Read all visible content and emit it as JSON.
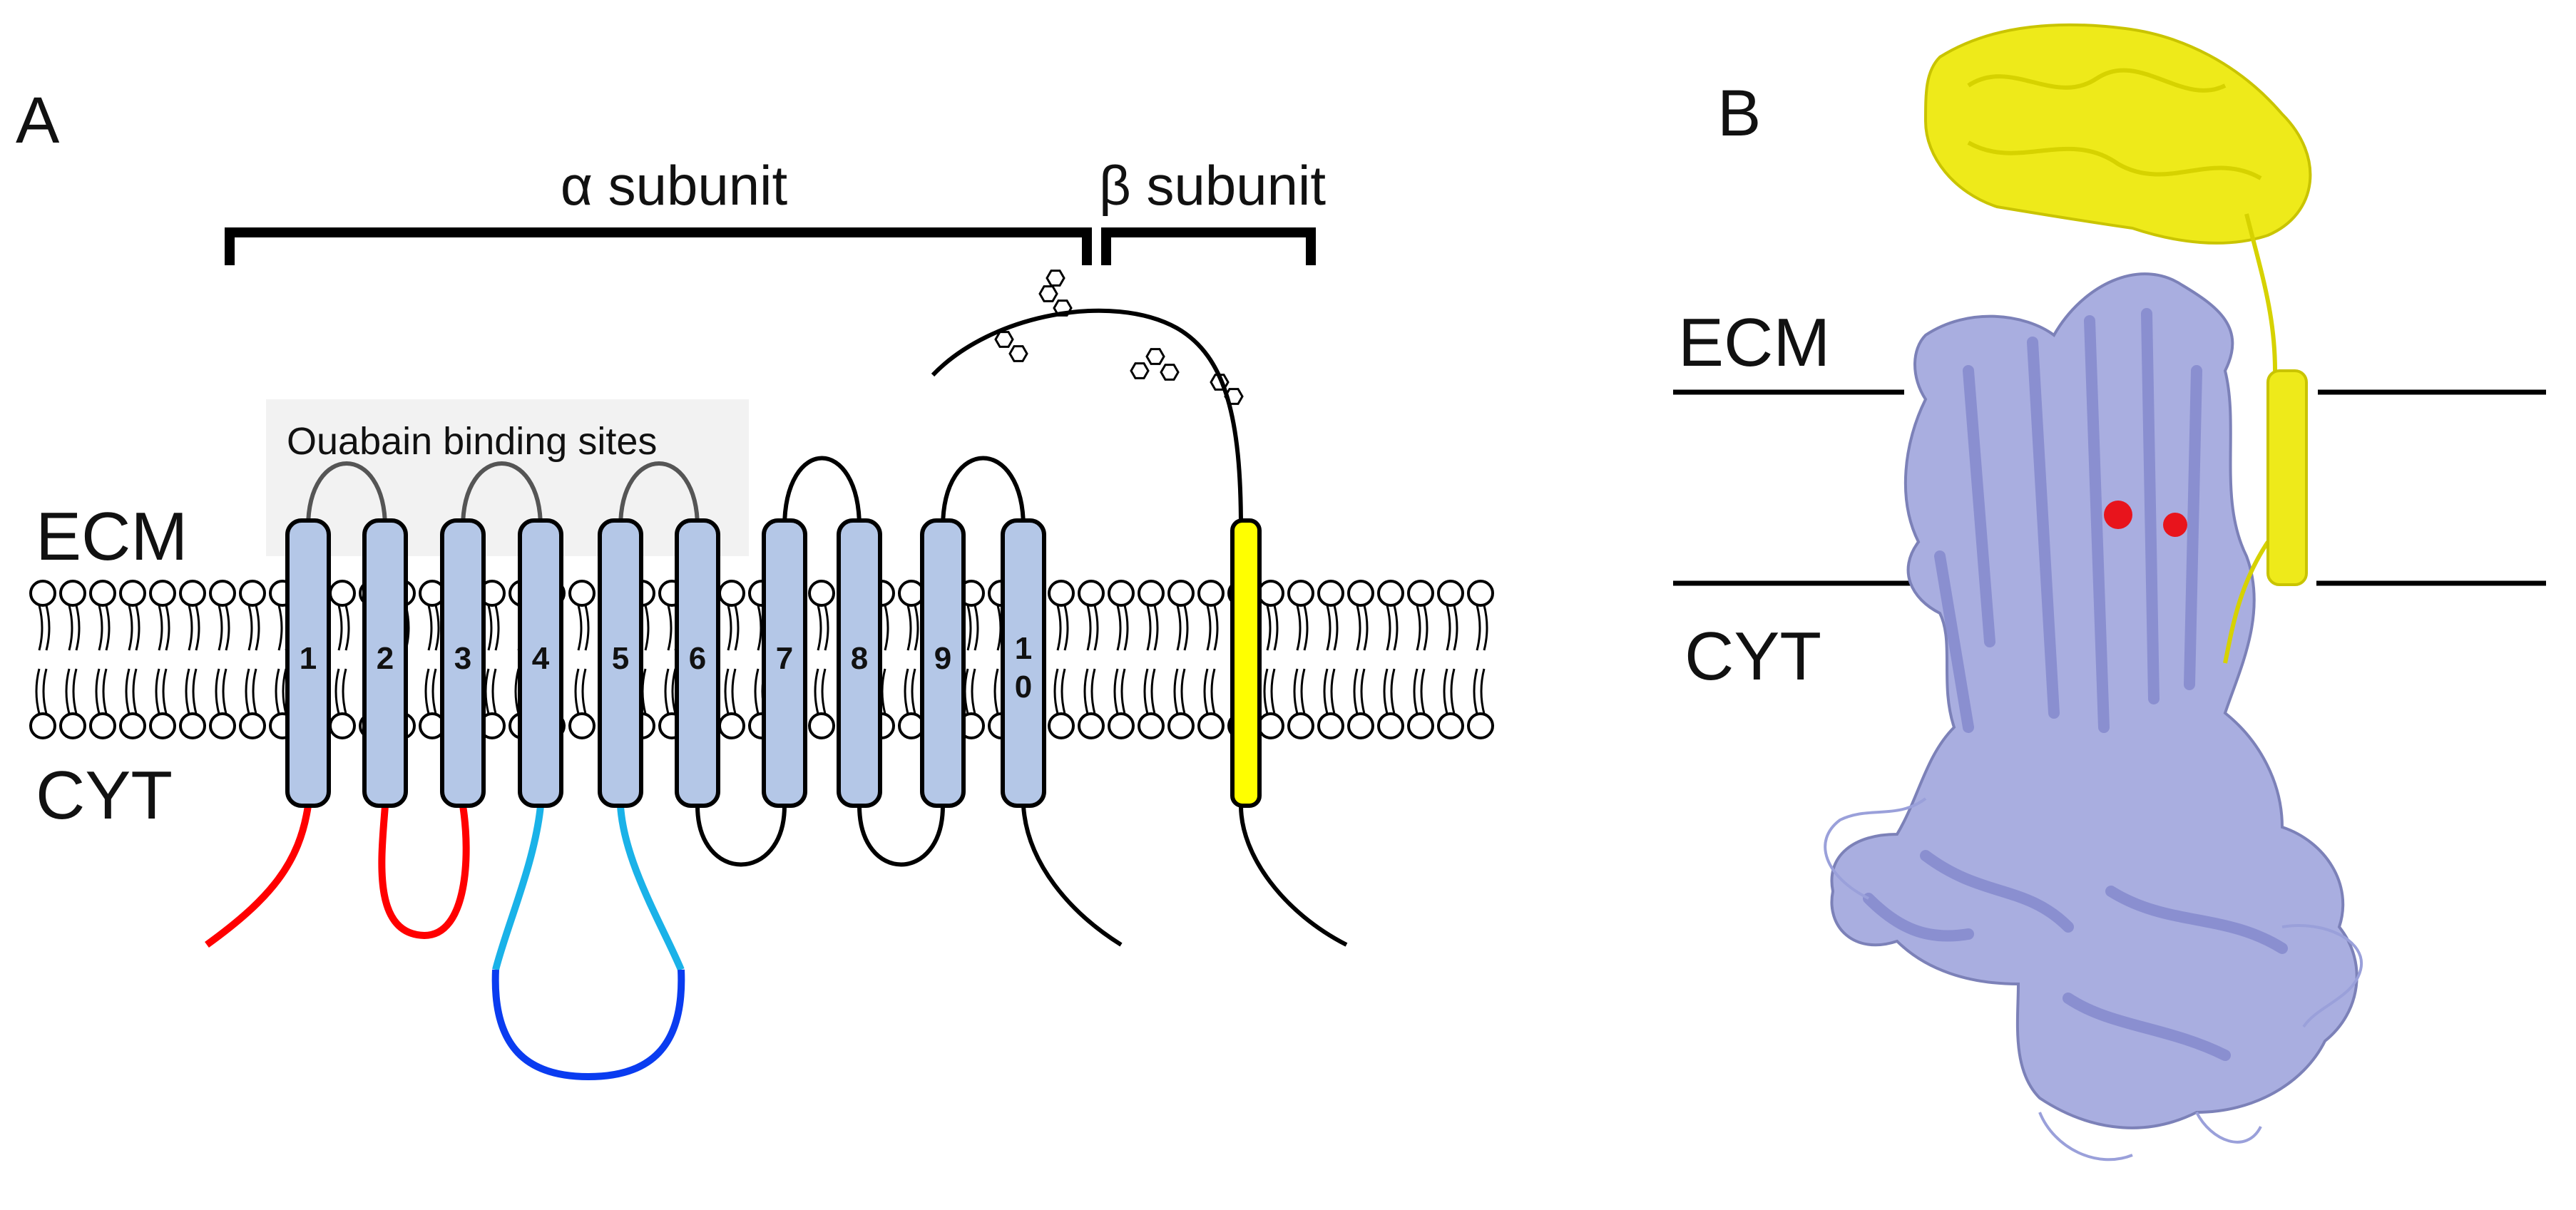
{
  "panel_a": {
    "label": "A",
    "alpha_label": "α subunit",
    "beta_label": "β subunit",
    "ouabain_label": "Ouabain binding sites",
    "ecm_label": "ECM",
    "cyt_label": "CYT",
    "helices": [
      "1",
      "2",
      "3",
      "4",
      "5",
      "6",
      "7",
      "8",
      "9",
      "1\n0"
    ]
  },
  "panel_b": {
    "label": "B",
    "ecm_label": "ECM",
    "cyt_label": "CYT"
  },
  "colors": {
    "alpha_helix": "#b4c7e7",
    "beta_helix": "#ffff00",
    "red_loop": "#ff0000",
    "cyan_loop": "#1ab2e8",
    "blue_loop": "#0a3cf0",
    "protein_alpha": "#a9aee0",
    "protein_beta": "#eeea1a",
    "ligand": "#e8141c"
  }
}
